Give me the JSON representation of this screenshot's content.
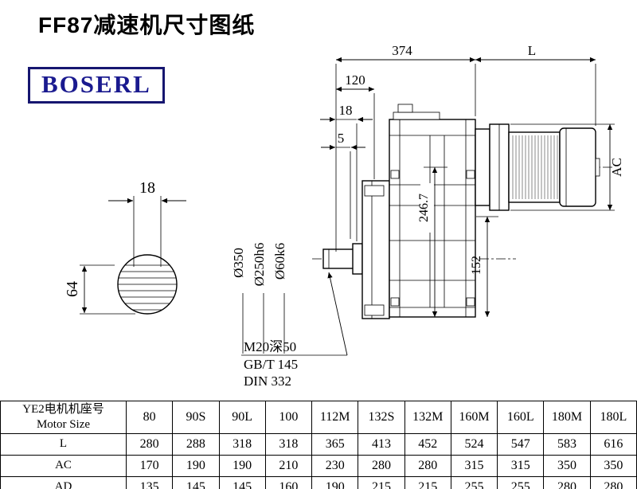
{
  "title": "FF87减速机尺寸图纸",
  "logo": "BOSERL",
  "shaft_view": {
    "keyway_width": "18",
    "height": "64"
  },
  "dims": {
    "top_width": "374",
    "motor_length": "L",
    "d120": "120",
    "d18": "18",
    "d5": "5",
    "motor_diameter": "AC",
    "d246_7": "246.7",
    "d152": "152",
    "dia350": "Ø350",
    "dia250": "Ø250h6",
    "dia60": "Ø60k6"
  },
  "notes": {
    "tap": "M20深50",
    "gb": "GB/T 145",
    "din": "DIN 332"
  },
  "table": {
    "header_line1": "YE2电机机座号",
    "header_line2": "Motor Size",
    "columns": [
      "80",
      "90S",
      "90L",
      "100",
      "112M",
      "132S",
      "132M",
      "160M",
      "160L",
      "180M",
      "180L"
    ],
    "rows": [
      {
        "label": "L",
        "values": [
          "280",
          "288",
          "318",
          "318",
          "365",
          "413",
          "452",
          "524",
          "547",
          "583",
          "616"
        ]
      },
      {
        "label": "AC",
        "values": [
          "170",
          "190",
          "190",
          "210",
          "230",
          "280",
          "280",
          "315",
          "315",
          "350",
          "350"
        ]
      },
      {
        "label": "AD",
        "values": [
          "135",
          "145",
          "145",
          "160",
          "190",
          "215",
          "215",
          "255",
          "255",
          "280",
          "280"
        ]
      }
    ]
  }
}
